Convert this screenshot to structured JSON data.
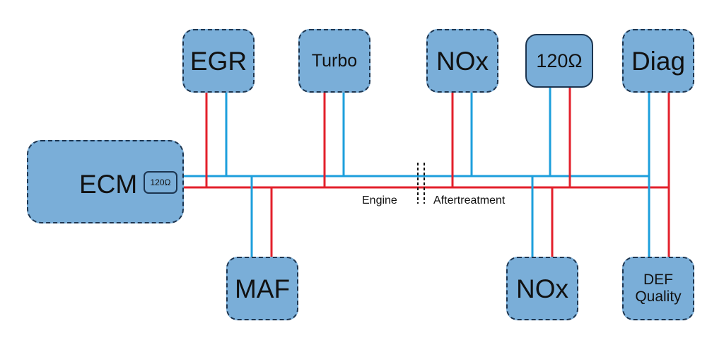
{
  "nodes": {
    "egr": {
      "label": "EGR"
    },
    "turbo": {
      "label": "Turbo"
    },
    "nox_top": {
      "label": "NOx"
    },
    "terminator_top": {
      "label": "120Ω"
    },
    "diag": {
      "label": "Diag"
    },
    "ecm": {
      "label": "ECM",
      "terminator": "120Ω"
    },
    "maf": {
      "label": "MAF"
    },
    "nox_bottom": {
      "label": "NOx"
    },
    "def_quality": {
      "line1": "DEF",
      "line2": "Quality"
    }
  },
  "segments": {
    "left": "Engine",
    "right": "Aftertreatment"
  },
  "colors": {
    "can_high": "#e3202b",
    "can_low": "#1d9fdc",
    "node_fill": "#7aaed8",
    "node_border": "#1c3550"
  }
}
